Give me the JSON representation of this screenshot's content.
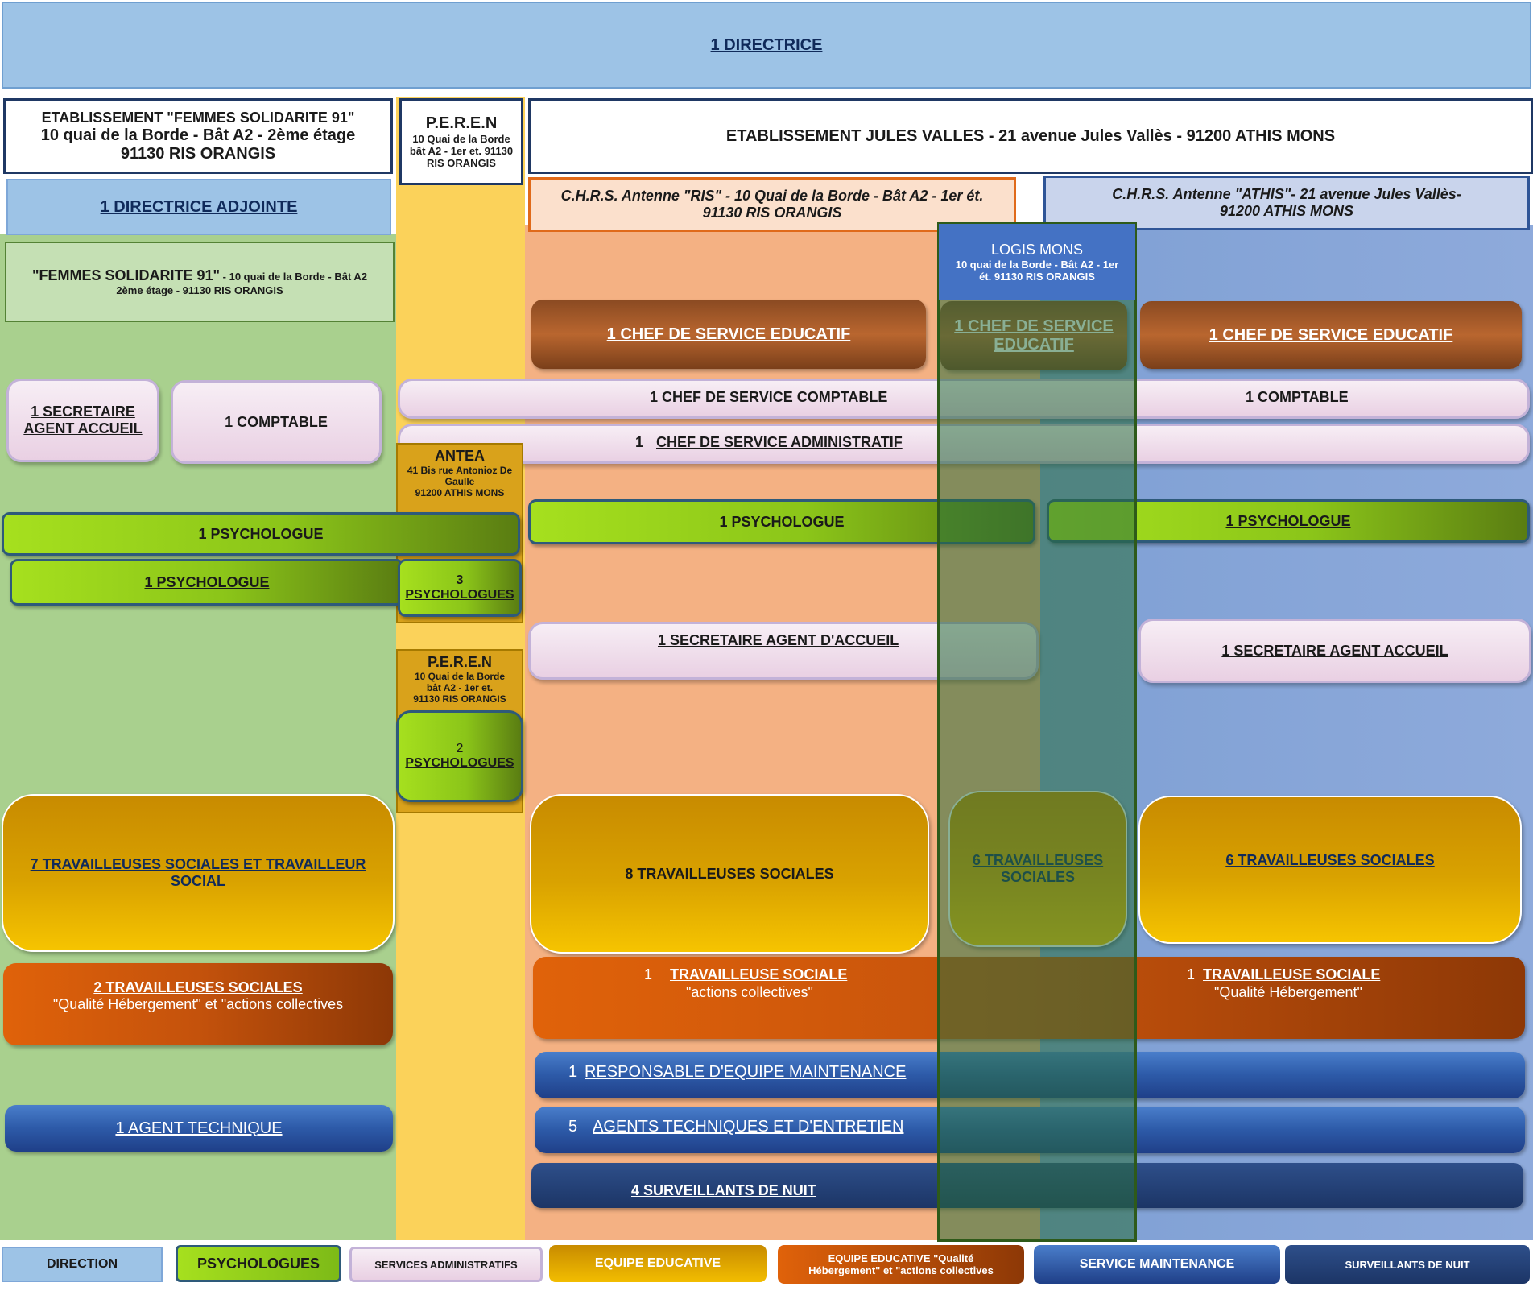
{
  "top": {
    "title": "1 DIRECTRICE"
  },
  "etab_fs91": {
    "line1": "ETABLISSEMENT \"FEMMES SOLIDARITE  91\"",
    "line2": "10 quai de la Borde - Bât A2 -  2ème étage",
    "line3": "91130 RIS ORANGIS"
  },
  "peren_top": {
    "title": "P.E.R.E.N",
    "address": "10 Quai de la Borde bât A2 - 1er et. 91130 RIS ORANGIS"
  },
  "etab_jv": {
    "text": "ETABLISSEMENT   JULES VALLES - 21 avenue Jules Vallès  - 91200 ATHIS MONS"
  },
  "directrice_adjointe": "1 DIRECTRICE  ADJOINTE",
  "fs91_box": {
    "name": "\"FEMMES SOLIDARITE 91\"",
    "address1": " - 10 quai de la Borde - Bât A2",
    "address2": "2ème étage - 91130 RIS ORANGIS"
  },
  "chrs_ris": {
    "line1": "C.H.R.S. Antenne \"RIS\" - 10 Quai de la Borde - Bât A2 - 1er ét.",
    "line2": "91130 RIS ORANGIS"
  },
  "chrs_athis": {
    "line1": "C.H.R.S.  Antenne \"ATHIS\"- 21 avenue Jules Vallès-",
    "line2": "91200 ATHIS MONS"
  },
  "logis": {
    "title": "LOGIS MONS",
    "address": "10 quai de la Borde - Bât A2 - 1er ét. 91130 RIS ORANGIS"
  },
  "boxes": {
    "chef_edu_ris": "1 CHEF  DE  SERVICE  EDUCATIF",
    "chef_edu_logis": "1 CHEF DE SERVICE EDUCATIF",
    "chef_edu_athis": "1 CHEF  DE  SERVICE  EDUCATIF",
    "secretaire_fs": "1 SECRETAIRE AGENT ACCUEIL",
    "comptable_fs": "1 COMPTABLE",
    "chef_comptable": "1 CHEF DE SERVICE COMPTABLE",
    "comptable_athis": "1 COMPTABLE",
    "chef_admin_num": "1",
    "chef_admin": "CHEF DE SERVICE ADMINISTRATIF",
    "psy_fs_wide": "1 PSYCHOLOGUE",
    "psy_fs": "1 PSYCHOLOGUE",
    "psy_3_num": "3",
    "psy_3": "PSYCHOLOGUES",
    "psy_ris": "1 PSYCHOLOGUE",
    "psy_athis": "1 PSYCHOLOGUE",
    "psy_2_num": "2",
    "psy_2": "PSYCHOLOGUES",
    "sec_ris": "1 SECRETAIRE AGENT D'ACCUEIL",
    "sec_athis": "1 SECRETAIRE AGENT ACCUEIL",
    "ts_fs": "7 TRAVAILLEUSES  SOCIALES ET TRAVAILLEUR SOCIAL",
    "ts_ris": "8 TRAVAILLEUSES SOCIALES",
    "ts_logis": "6 TRAVAILLEUSES SOCIALES",
    "ts_athis": "6  TRAVAILLEUSES SOCIALES",
    "ts2_fs_title": "2 TRAVAILLEUSES SOCIALES",
    "ts2_fs_sub": "\"Qualité Hébergement\" et \"actions collectives",
    "ts_ris_num": "1",
    "ts_ris_title": "TRAVAILLEUSE SOCIALE",
    "ts_ris_sub": "\"actions collectives\"",
    "ts_athis_num": "1",
    "ts_athis_title": "TRAVAILLEUSE SOCIALE",
    "ts_athis_sub": "\"Qualité Hébergement\"",
    "maint_num": "1",
    "maint": "RESPONSABLE  D'EQUIPE  MAINTENANCE",
    "agents_num": "5",
    "agents": "AGENTS  TECHNIQUES  ET  D'ENTRETIEN",
    "agent_tech": "1 AGENT   TECHNIQUE",
    "surveillants": "4  SURVEILLANTS DE NUIT"
  },
  "antea": {
    "title": "ANTEA",
    "address1": "41 Bis rue Antonioz De Gaulle",
    "address2": "91200 ATHIS  MONS"
  },
  "peren_mid": {
    "title": "P.E.R.E.N",
    "address1": "10 Quai de la Borde",
    "address2": "bât A2 - 1er et.",
    "address3": "91130 RIS ORANGIS"
  },
  "legend": {
    "direction": "DIRECTION",
    "psy": "PSYCHOLOGUES",
    "admin": "SERVICES ADMINISTRATIFS",
    "edu": "EQUIPE EDUCATIVE",
    "edu_q": "EQUIPE EDUCATIVE \"Qualité Hébergement\" et \"actions collectives",
    "maint": "SERVICE  MAINTENANCE",
    "night": "SURVEILLANTS DE NUIT"
  }
}
